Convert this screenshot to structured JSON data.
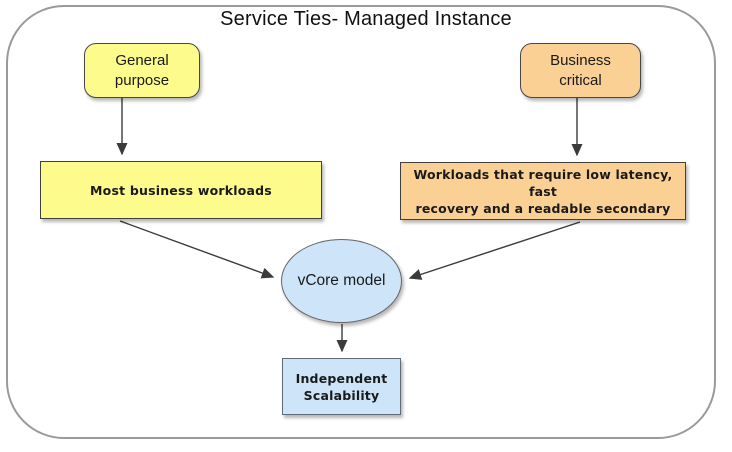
{
  "diagram": {
    "title": "Service Ties- Managed Instance",
    "nodes": {
      "general_purpose": {
        "label": "General\npurpose",
        "fill": "#FCFB8C",
        "shape": "rounded-rectangle"
      },
      "business_critical": {
        "label": "Business\ncritical",
        "fill": "#FAD095",
        "shape": "rounded-rectangle"
      },
      "most_workloads": {
        "label": "Most business workloads",
        "fill": "#FCFB8C",
        "shape": "rectangle"
      },
      "low_latency_workloads": {
        "label": "Workloads that require low latency, fast\nrecovery and a readable secondary",
        "fill": "#FAD095",
        "shape": "rectangle"
      },
      "vcore_model": {
        "label": "vCore model",
        "fill": "#CEE4F8",
        "shape": "ellipse"
      },
      "independent_scalability": {
        "label": "Independent\nScalability",
        "fill": "#CEE4F8",
        "shape": "rectangle"
      }
    },
    "edges": [
      {
        "from": "general_purpose",
        "to": "most_workloads"
      },
      {
        "from": "business_critical",
        "to": "low_latency_workloads"
      },
      {
        "from": "most_workloads",
        "to": "vcore_model"
      },
      {
        "from": "low_latency_workloads",
        "to": "vcore_model"
      },
      {
        "from": "vcore_model",
        "to": "independent_scalability"
      }
    ],
    "colors": {
      "node_yellow": "#FCFB8C",
      "node_orange": "#FAD095",
      "node_blue": "#CEE4F8",
      "node_border_dark": "#404040",
      "ellipse_border": "#666666",
      "frame_border": "#9A9A9A",
      "arrow": "#3B3B3B",
      "background": "#FFFFFF"
    }
  }
}
